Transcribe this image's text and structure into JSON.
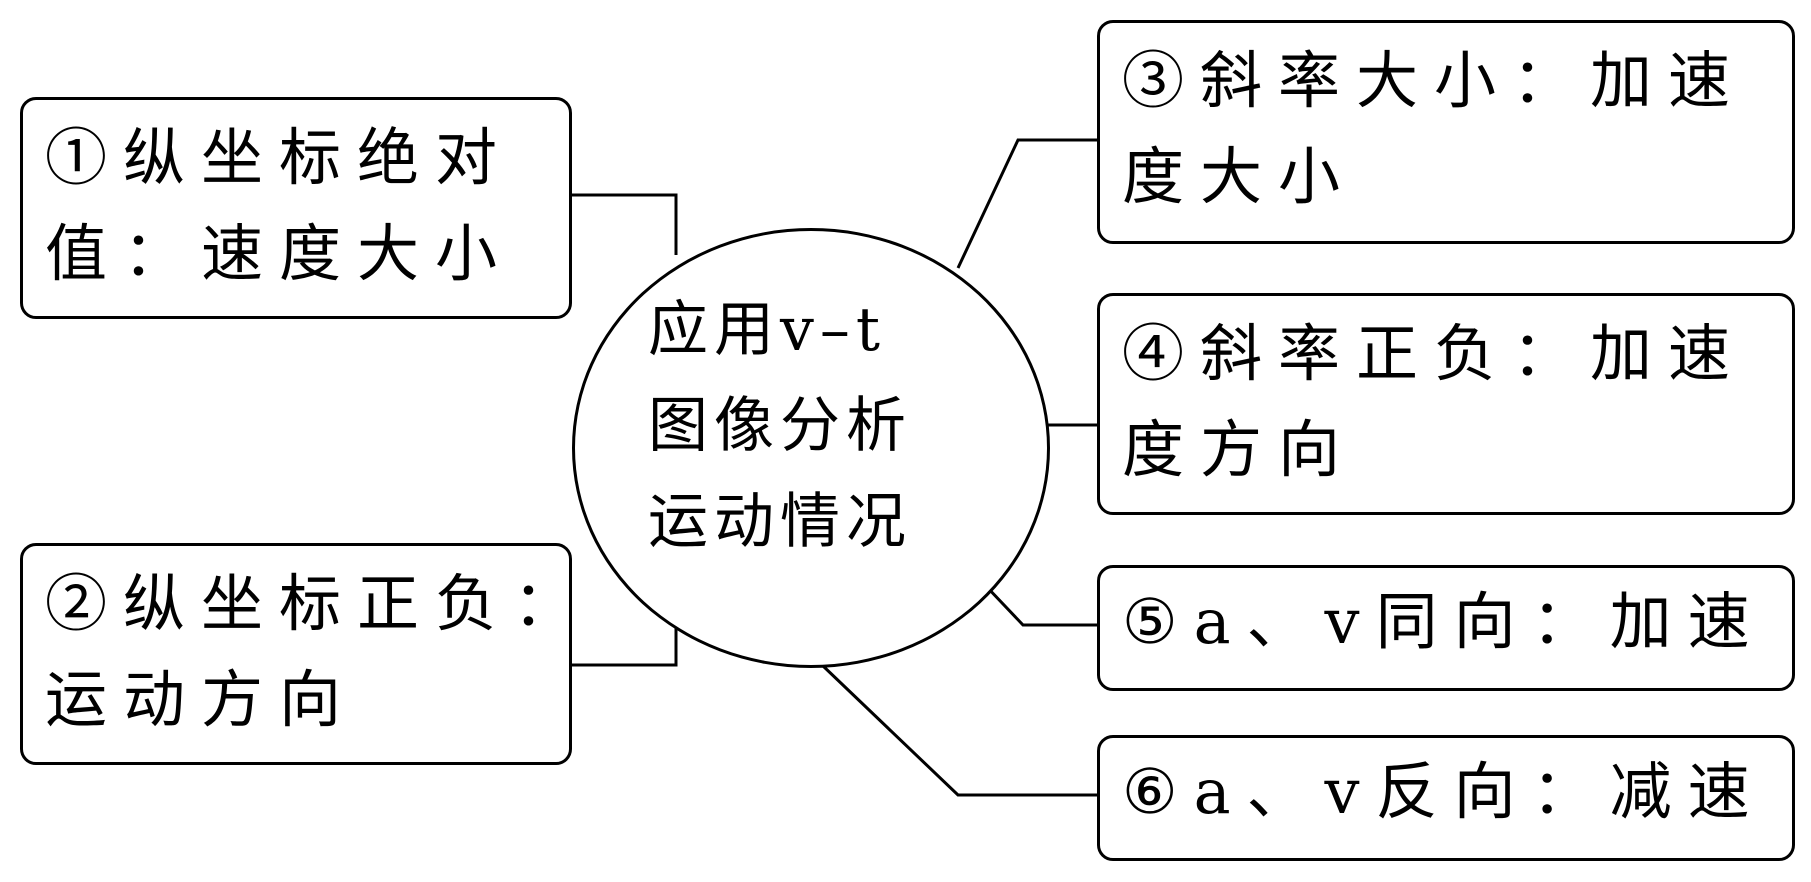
{
  "center": {
    "lines": [
      "应用v–t",
      "图像分析",
      "运动情况"
    ]
  },
  "nodes": {
    "n1": {
      "lines": [
        "①纵坐标绝对",
        "值：速度大小"
      ]
    },
    "n2": {
      "lines": [
        "②纵坐标正负：",
        "运动方向"
      ]
    },
    "n3": {
      "lines": [
        "③斜率大小：加速",
        "度大小"
      ]
    },
    "n4": {
      "lines": [
        "④斜率正负：加速",
        "度方向"
      ]
    },
    "n5": {
      "lines": [
        "⑤a、v同向：加速"
      ]
    },
    "n6": {
      "lines": [
        "⑥a、v反向：减速"
      ]
    }
  }
}
